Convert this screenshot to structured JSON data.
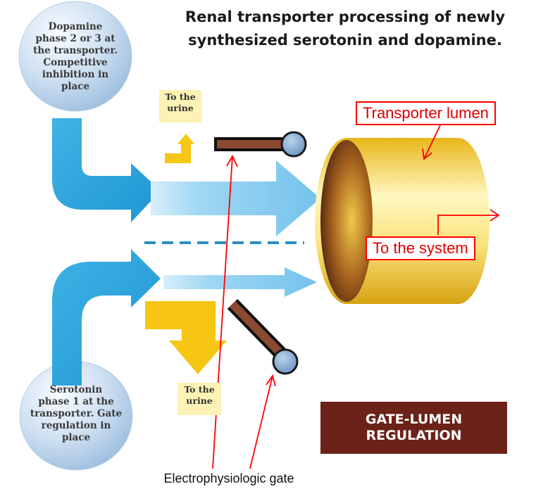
{
  "title": {
    "line1": "Renal transporter processing of newly",
    "line2": "synthesized serotonin and dopamine."
  },
  "dopamine_bubble": {
    "lines": [
      "Dopamine",
      "phase 2 or 3 at",
      "the transporter.",
      "Competitive",
      "inhibition in",
      "place"
    ]
  },
  "serotonin_bubble": {
    "lines": [
      "Serotonin",
      "phase 1 at the",
      "transporter. Gate",
      "regulation in",
      "place"
    ]
  },
  "urine_note_top": {
    "lines": [
      "To the",
      "urine"
    ]
  },
  "urine_note_bottom": {
    "lines": [
      "To the",
      "urine"
    ]
  },
  "annotations": {
    "transporter_lumen": "Transporter lumen",
    "to_the_system": "To the system",
    "electrophysiologic_gate": "Electrophysiologic gate"
  },
  "regulation_box": {
    "line1": "GATE-LUMEN",
    "line2": "REGULATION"
  },
  "colors": {
    "blue_arrow": "#2ba6de",
    "light_blue_arrow": "#8fd0f1",
    "yellow_arrow": "#f7c613",
    "gate_brown": "#8b4a32",
    "gate_knob": "#7fa6cc",
    "annotation_red": "#ff0000",
    "regulation_box": "#6b2218",
    "cylinder_gold": "#f5c72a"
  }
}
